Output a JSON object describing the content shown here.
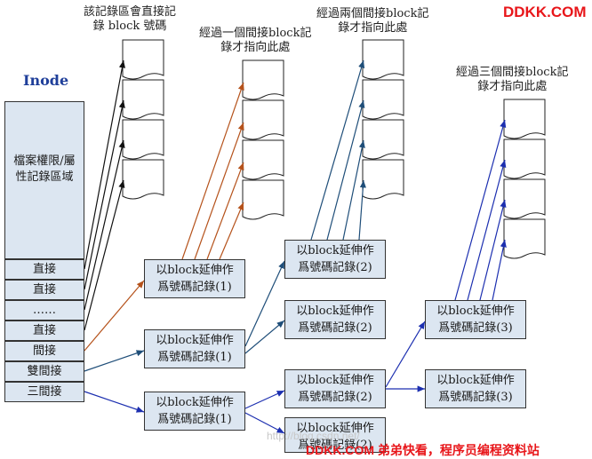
{
  "labels": {
    "direct_note_line1": "該記錄區會直接記",
    "direct_note_line2": "錄 block 號碼",
    "single_note_line1": "經過一個間接block記",
    "single_note_line2": "錄才指向此處",
    "double_note_line1": "經過兩個間接block記",
    "double_note_line2": "錄才指向此處",
    "triple_note_line1": "經過三個間接block記",
    "triple_note_line2": "錄才指向此處"
  },
  "inode": {
    "title": "Inode",
    "meta_label": "檔案權限/屬性記錄區域",
    "rows": [
      "直接",
      "直接",
      "……",
      "直接",
      "間接",
      "雙間接",
      "三間接"
    ]
  },
  "extension_box": {
    "line1": "以block延伸作",
    "line2_1": "爲號碼記錄(1)",
    "line2_2": "爲號碼記錄(2)",
    "line2_3": "爲號碼記錄(3)"
  },
  "watermarks": {
    "top": "DDKK.COM",
    "bottom": "DDKK.COM 弟弟快看，程序员编程资料站",
    "faint": "http://blog.csdn.net/"
  },
  "colors": {
    "direct": "#111111",
    "single": "#b5521b",
    "double": "#1f4e79",
    "triple": "#1c2fb0",
    "box_fill": "#dce6f1"
  }
}
